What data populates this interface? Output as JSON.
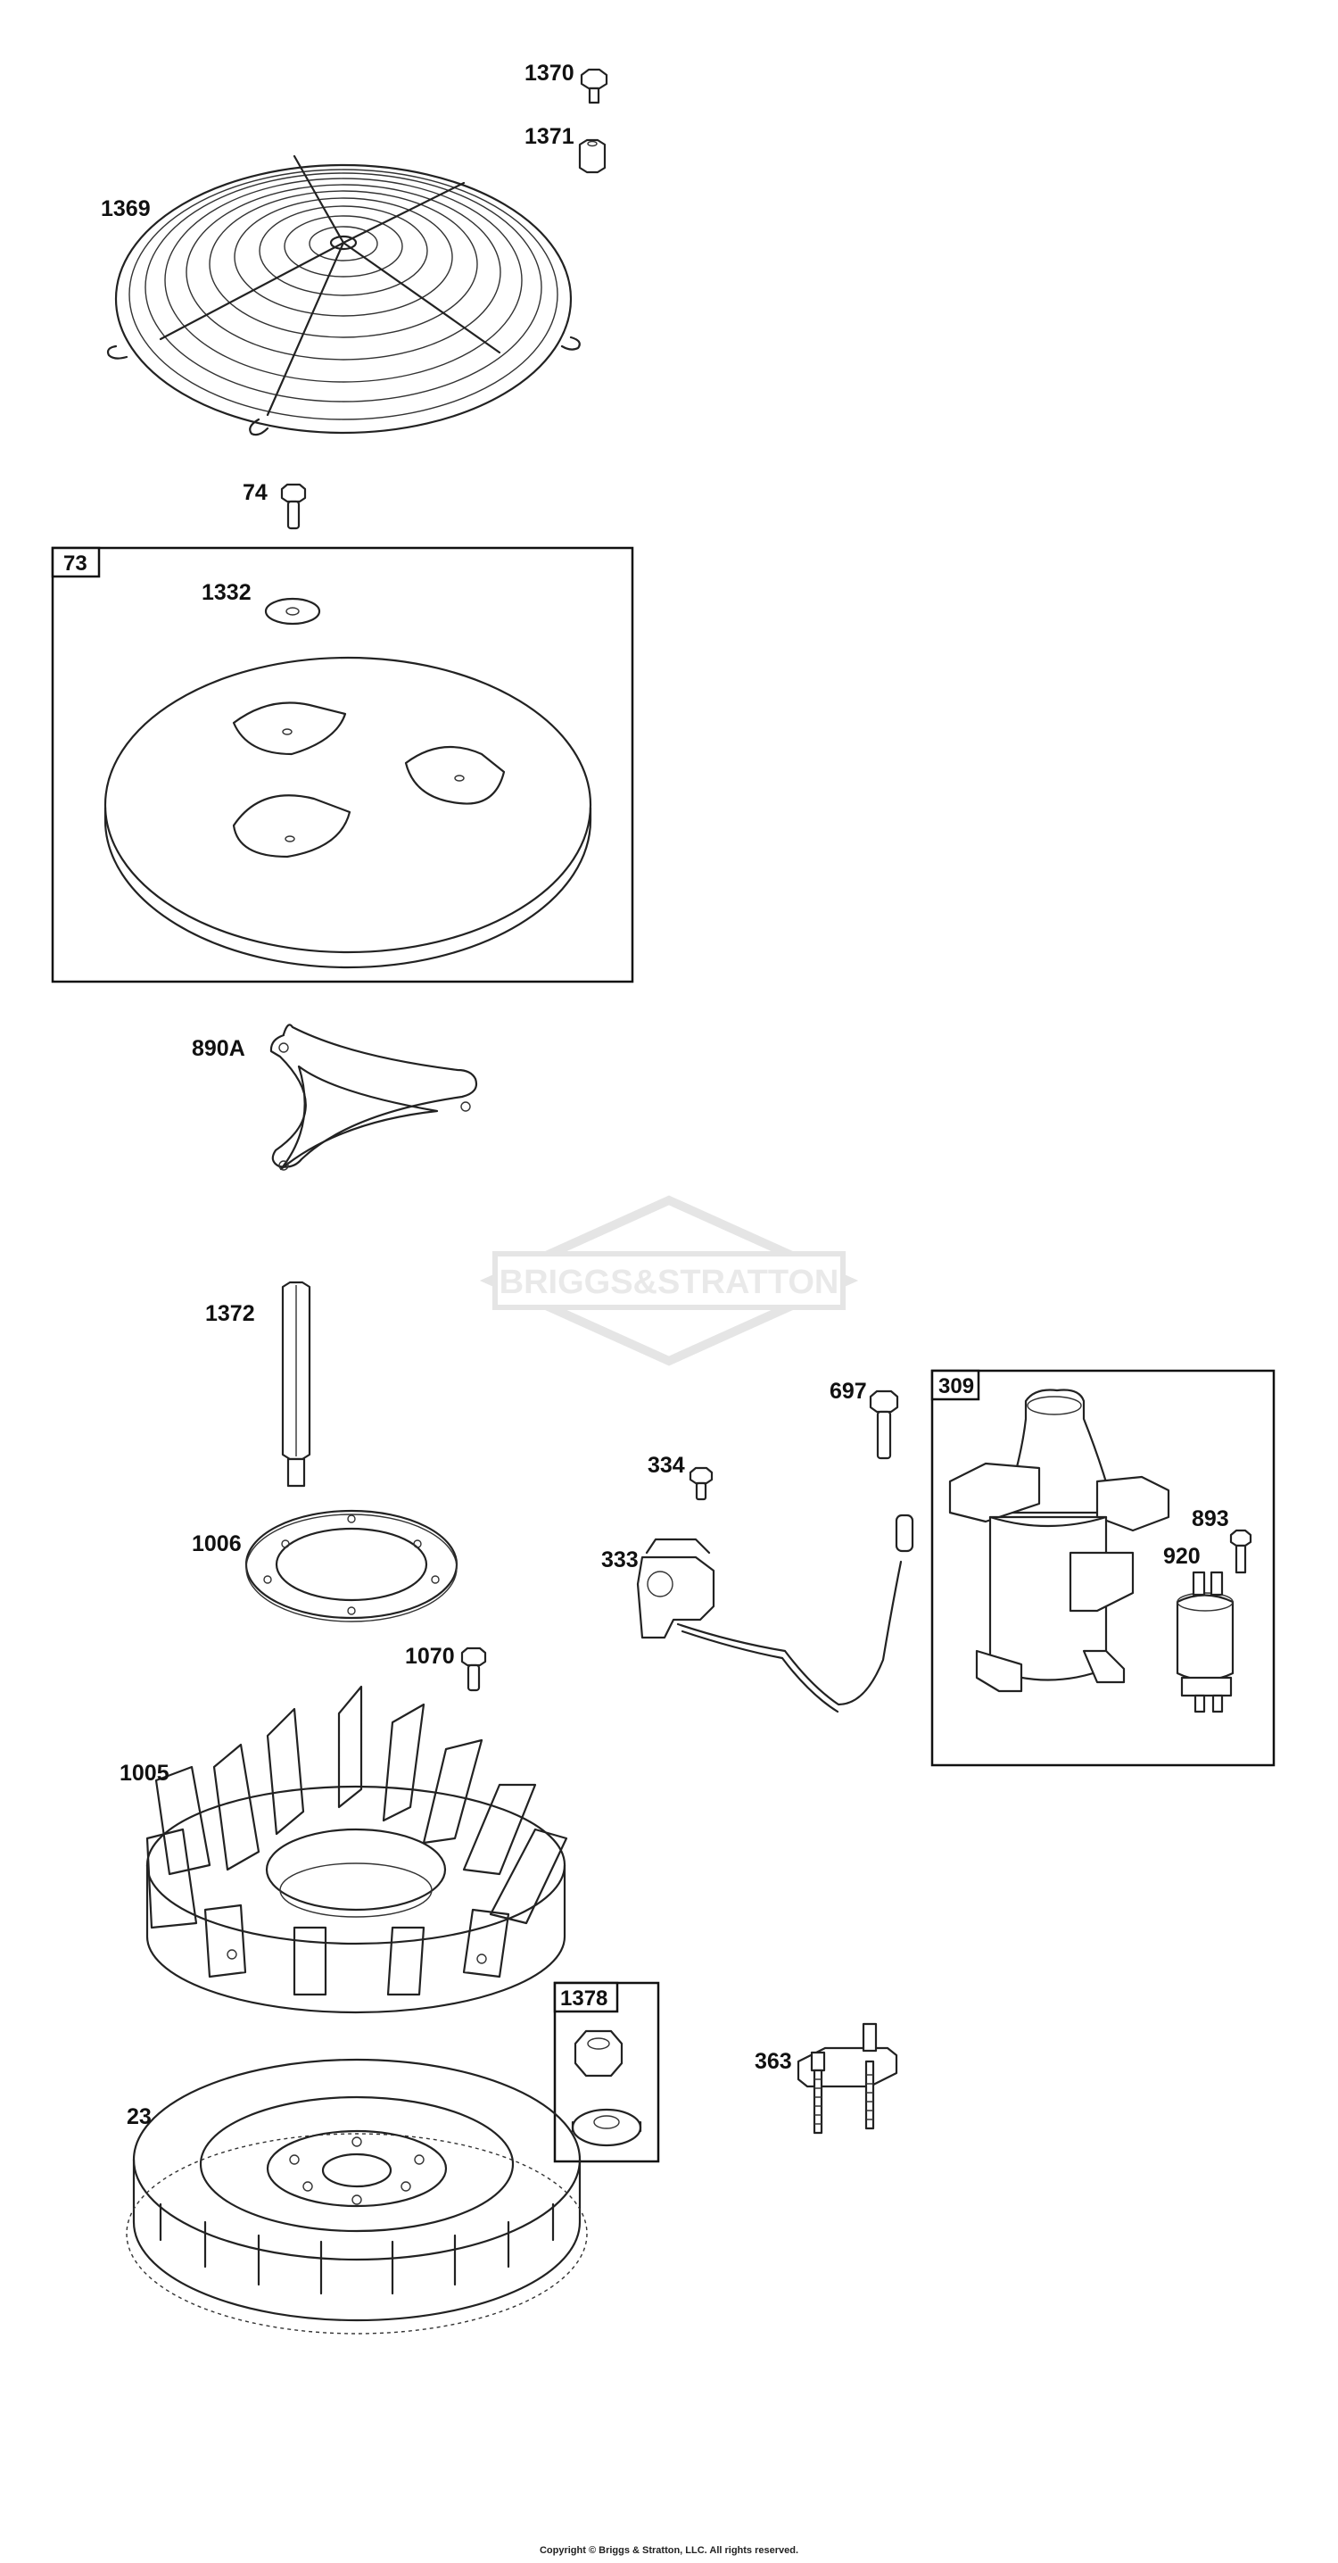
{
  "watermark": "BRIGGS&STRATTON",
  "copyright": "Copyright © Briggs & Stratton, LLC. All rights reserved.",
  "labels": {
    "p1370": "1370",
    "p1371": "1371",
    "p1369": "1369",
    "p74": "74",
    "p1332": "1332",
    "p890A": "890A",
    "p1372": "1372",
    "p1006": "1006",
    "p1070": "1070",
    "p1005": "1005",
    "p23": "23",
    "p697": "697",
    "p334": "334",
    "p333": "333",
    "p893": "893",
    "p920": "920",
    "p363": "363"
  },
  "boxes": {
    "b73": "73",
    "b309": "309",
    "b1378": "1378"
  }
}
